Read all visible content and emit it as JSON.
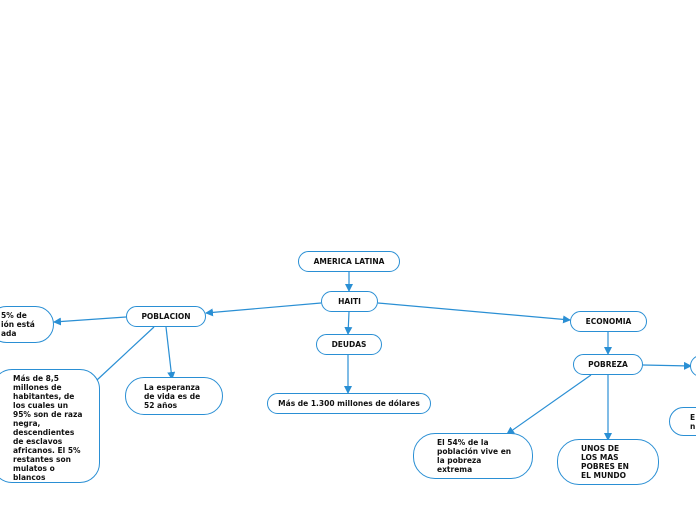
{
  "colors": {
    "line": "#2a8fd4",
    "node_border": "#2a8fd4",
    "text": "#111111",
    "background": "#ffffff"
  },
  "nodes": {
    "america_latina": "AMERICA LATINA",
    "haiti": "HAITI",
    "deudas": "DEUDAS",
    "deudas_valor": "Más de 1.300 millones de dólares",
    "poblacion": "POBLACION",
    "economia": "ECONOMIA",
    "pobreza": "POBREZA",
    "poblacion_parcial": "5% de\nión está\nada",
    "esperanza_vida": "La esperanza\nde vida es de\n52 años",
    "millones_habitantes": "Más de 8,5\nmillones de\nhabitantes, de\nlos cuales un\n95% son de raza\nnegra,\ndescendientes\nde esclavos\nafricanos. El 5%\nrestantes son\nmulatos o\nblancos",
    "pobreza_extrema": "El 54% de la\npoblación vive en\nla pobreza\nextrema",
    "mas_pobres": "UNOS DE\nLOS MAS\nPOBRES EN\nEL MUNDO",
    "derecha_parcial": "E\nn"
  }
}
